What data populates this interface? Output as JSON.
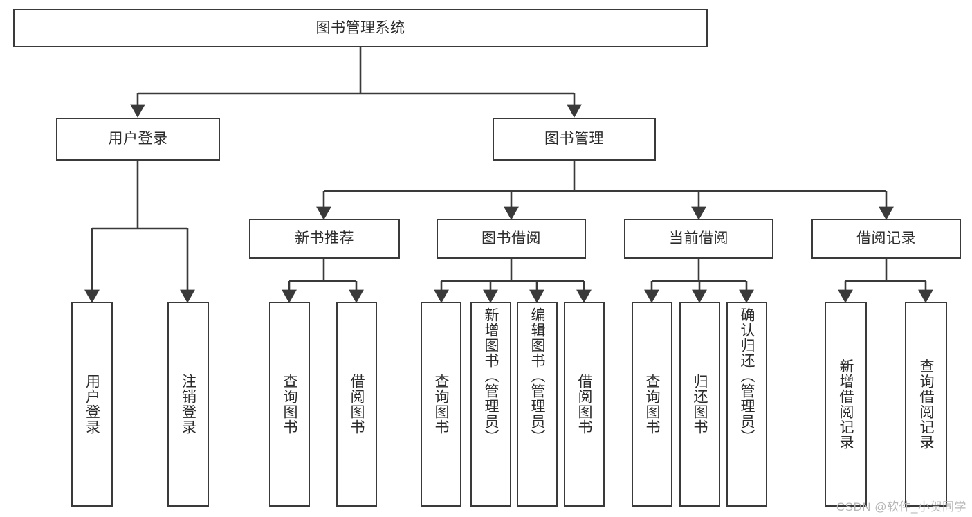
{
  "diagram": {
    "type": "tree-hierarchy",
    "title": "图书管理系统",
    "watermark": "CSDN @软件_小贺同学",
    "colors": {
      "border": "#3a3a3a",
      "background": "#ffffff",
      "text": "#2b2b2b",
      "watermark": "#b6b6b6"
    },
    "levels": {
      "root": {
        "label": "图书管理系统"
      },
      "level2": [
        {
          "id": "user-login",
          "label": "用户登录"
        },
        {
          "id": "book-management",
          "label": "图书管理"
        }
      ],
      "level3": [
        {
          "id": "new-book-recommend",
          "label": "新书推荐",
          "parent": "book-management"
        },
        {
          "id": "book-borrow",
          "label": "图书借阅",
          "parent": "book-management"
        },
        {
          "id": "current-borrow",
          "label": "当前借阅",
          "parent": "book-management"
        },
        {
          "id": "borrow-record",
          "label": "借阅记录",
          "parent": "book-management"
        }
      ],
      "leaves": [
        {
          "id": "leaf-user-login",
          "label": "用户登录",
          "parent": "user-login"
        },
        {
          "id": "leaf-logout",
          "label": "注销登录",
          "parent": "user-login"
        },
        {
          "id": "leaf-query-book-1",
          "label": "查询图书",
          "parent": "new-book-recommend"
        },
        {
          "id": "leaf-borrow-book-1",
          "label": "借阅图书",
          "parent": "new-book-recommend"
        },
        {
          "id": "leaf-query-book-2",
          "label": "查询图书",
          "parent": "book-borrow"
        },
        {
          "id": "leaf-add-book",
          "label": "新增图书（管理员）",
          "parent": "book-borrow"
        },
        {
          "id": "leaf-edit-book",
          "label": "编辑图书（管理员）",
          "parent": "book-borrow"
        },
        {
          "id": "leaf-borrow-book-2",
          "label": "借阅图书",
          "parent": "book-borrow"
        },
        {
          "id": "leaf-query-book-3",
          "label": "查询图书",
          "parent": "current-borrow"
        },
        {
          "id": "leaf-return-book",
          "label": "归还图书",
          "parent": "current-borrow"
        },
        {
          "id": "leaf-confirm-return",
          "label": "确认归还（管理员）",
          "parent": "current-borrow"
        },
        {
          "id": "leaf-add-record",
          "label": "新增借阅记录",
          "parent": "borrow-record"
        },
        {
          "id": "leaf-query-record",
          "label": "查询借阅记录",
          "parent": "borrow-record"
        }
      ]
    }
  }
}
